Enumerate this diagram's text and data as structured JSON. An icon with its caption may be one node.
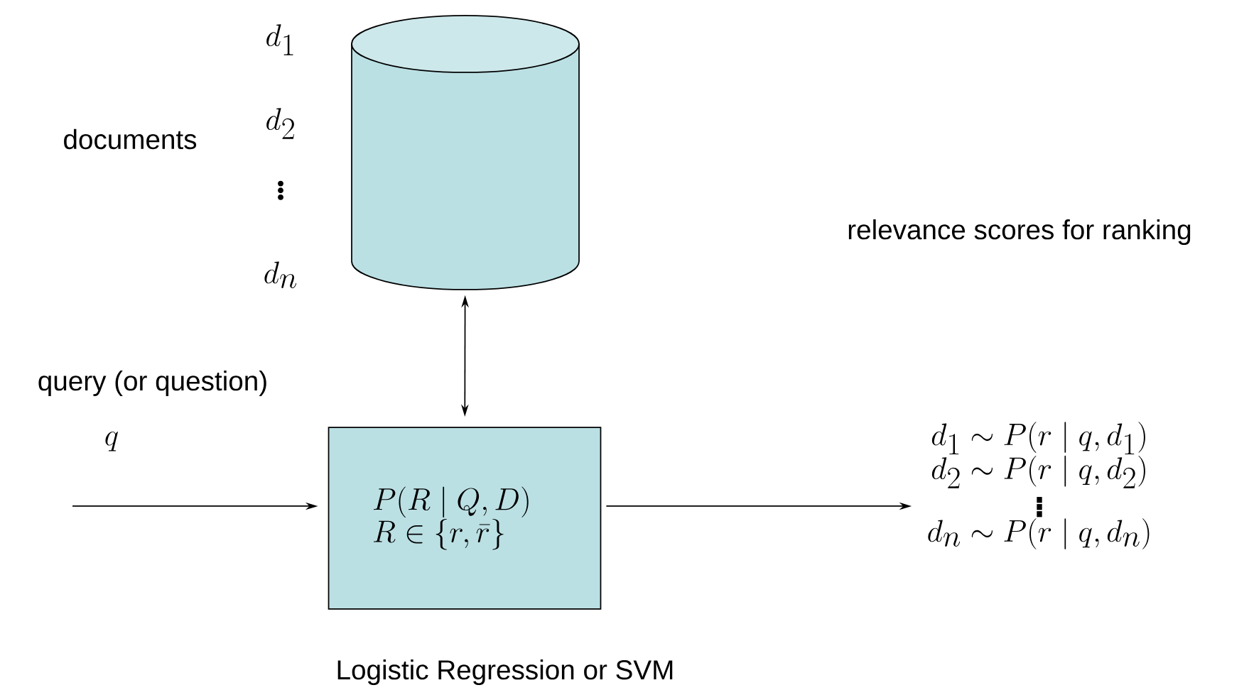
{
  "diagram": {
    "nodes": [
      {
        "text": [],
        "shape": "cylinder"
      },
      {
        "text": [
          "P(R \\mid Q, D)",
          "R \\in \\{r, \\bar{r}\\}"
        ],
        "beside": [
          "Logistic Regression or SVM"
        ]
      },
      {
        "text": [
          "d_1 \\sim P(r \\mid q, d_1)",
          "d_2 \\sim P(r \\mid q, d_2)",
          "\\vdots",
          "d_n \\sim P(r \\mid q, d_n)"
        ]
      }
    ],
    "edges": [
      {
        "from": 0,
        "to": 1,
        "arrow": "both"
      },
      {
        "from": null,
        "to": 1,
        "arrow": "to"
      },
      {
        "from": 1,
        "to": 2,
        "arrow": "to"
      }
    ],
    "labels": [
      "d_1",
      "d_2",
      "documents",
      "\\vdots",
      "relevance scores for ranking",
      "d_n",
      "query (or question)",
      "q"
    ]
  }
}
